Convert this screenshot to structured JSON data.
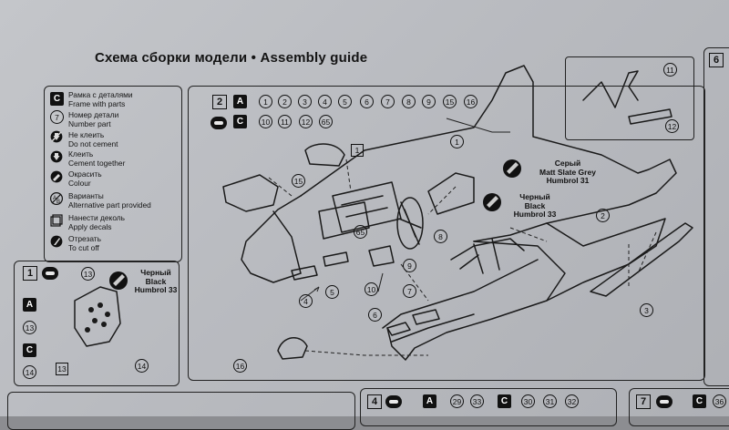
{
  "title": "Схема сборки модели • Assembly guide",
  "legend": [
    {
      "icon": "frame",
      "symbol": "C",
      "ru": "Рамка с деталями",
      "en": "Frame with parts"
    },
    {
      "icon": "part-number",
      "symbol": "7",
      "ru": "Номер детали",
      "en": "Number part"
    },
    {
      "icon": "no-cement",
      "ru": "Не клеить",
      "en": "Do not cement"
    },
    {
      "icon": "cement",
      "ru": "Клеить",
      "en": "Cement together"
    },
    {
      "icon": "paint",
      "ru": "Окрасить",
      "en": "Colour"
    },
    {
      "icon": "alternative",
      "ru": "Варианты",
      "en": "Alternative part provided"
    },
    {
      "icon": "decal",
      "ru": "Нанести деколь",
      "en": "Apply decals"
    },
    {
      "icon": "cut",
      "ru": "Отрезать",
      "en": "To cut off"
    }
  ],
  "step2": {
    "number": "2",
    "frame_a": "A",
    "frame_a_parts": [
      "1",
      "2",
      "3",
      "4",
      "5",
      "6",
      "7",
      "8",
      "9",
      "15",
      "16"
    ],
    "frame_c": "C",
    "frame_c_parts": [
      "10",
      "11",
      "12",
      "65"
    ],
    "colors": [
      {
        "ru": "Серый",
        "en": "Matt Slate Grey",
        "code": "Humbrol 31"
      },
      {
        "ru": "Черный",
        "en": "Black",
        "code": "Humbrol 33"
      }
    ],
    "callouts": [
      "1",
      "2",
      "3",
      "4",
      "5",
      "6",
      "7",
      "8",
      "9",
      "10",
      "15",
      "16",
      "65"
    ],
    "decal": "1",
    "inset_parts": [
      "11",
      "12"
    ]
  },
  "step1": {
    "number": "1",
    "frame_a": "A",
    "frame_a_parts": [
      "13"
    ],
    "frame_c": "C",
    "frame_c_parts": [
      "14"
    ],
    "color": {
      "ru": "Черный",
      "en": "Black",
      "code": "Humbrol 33"
    },
    "callouts": [
      "13",
      "14"
    ],
    "decal": "13"
  },
  "step4": {
    "number": "4",
    "frame_a": "A",
    "frame_a_parts": [
      "29",
      "33"
    ],
    "frame_c": "C",
    "frame_c_parts": [
      "30",
      "31",
      "32"
    ]
  },
  "step7": {
    "number": "7",
    "frame_c": "C",
    "frame_c_parts": [
      "36"
    ]
  },
  "edge_step": {
    "number": "6"
  }
}
